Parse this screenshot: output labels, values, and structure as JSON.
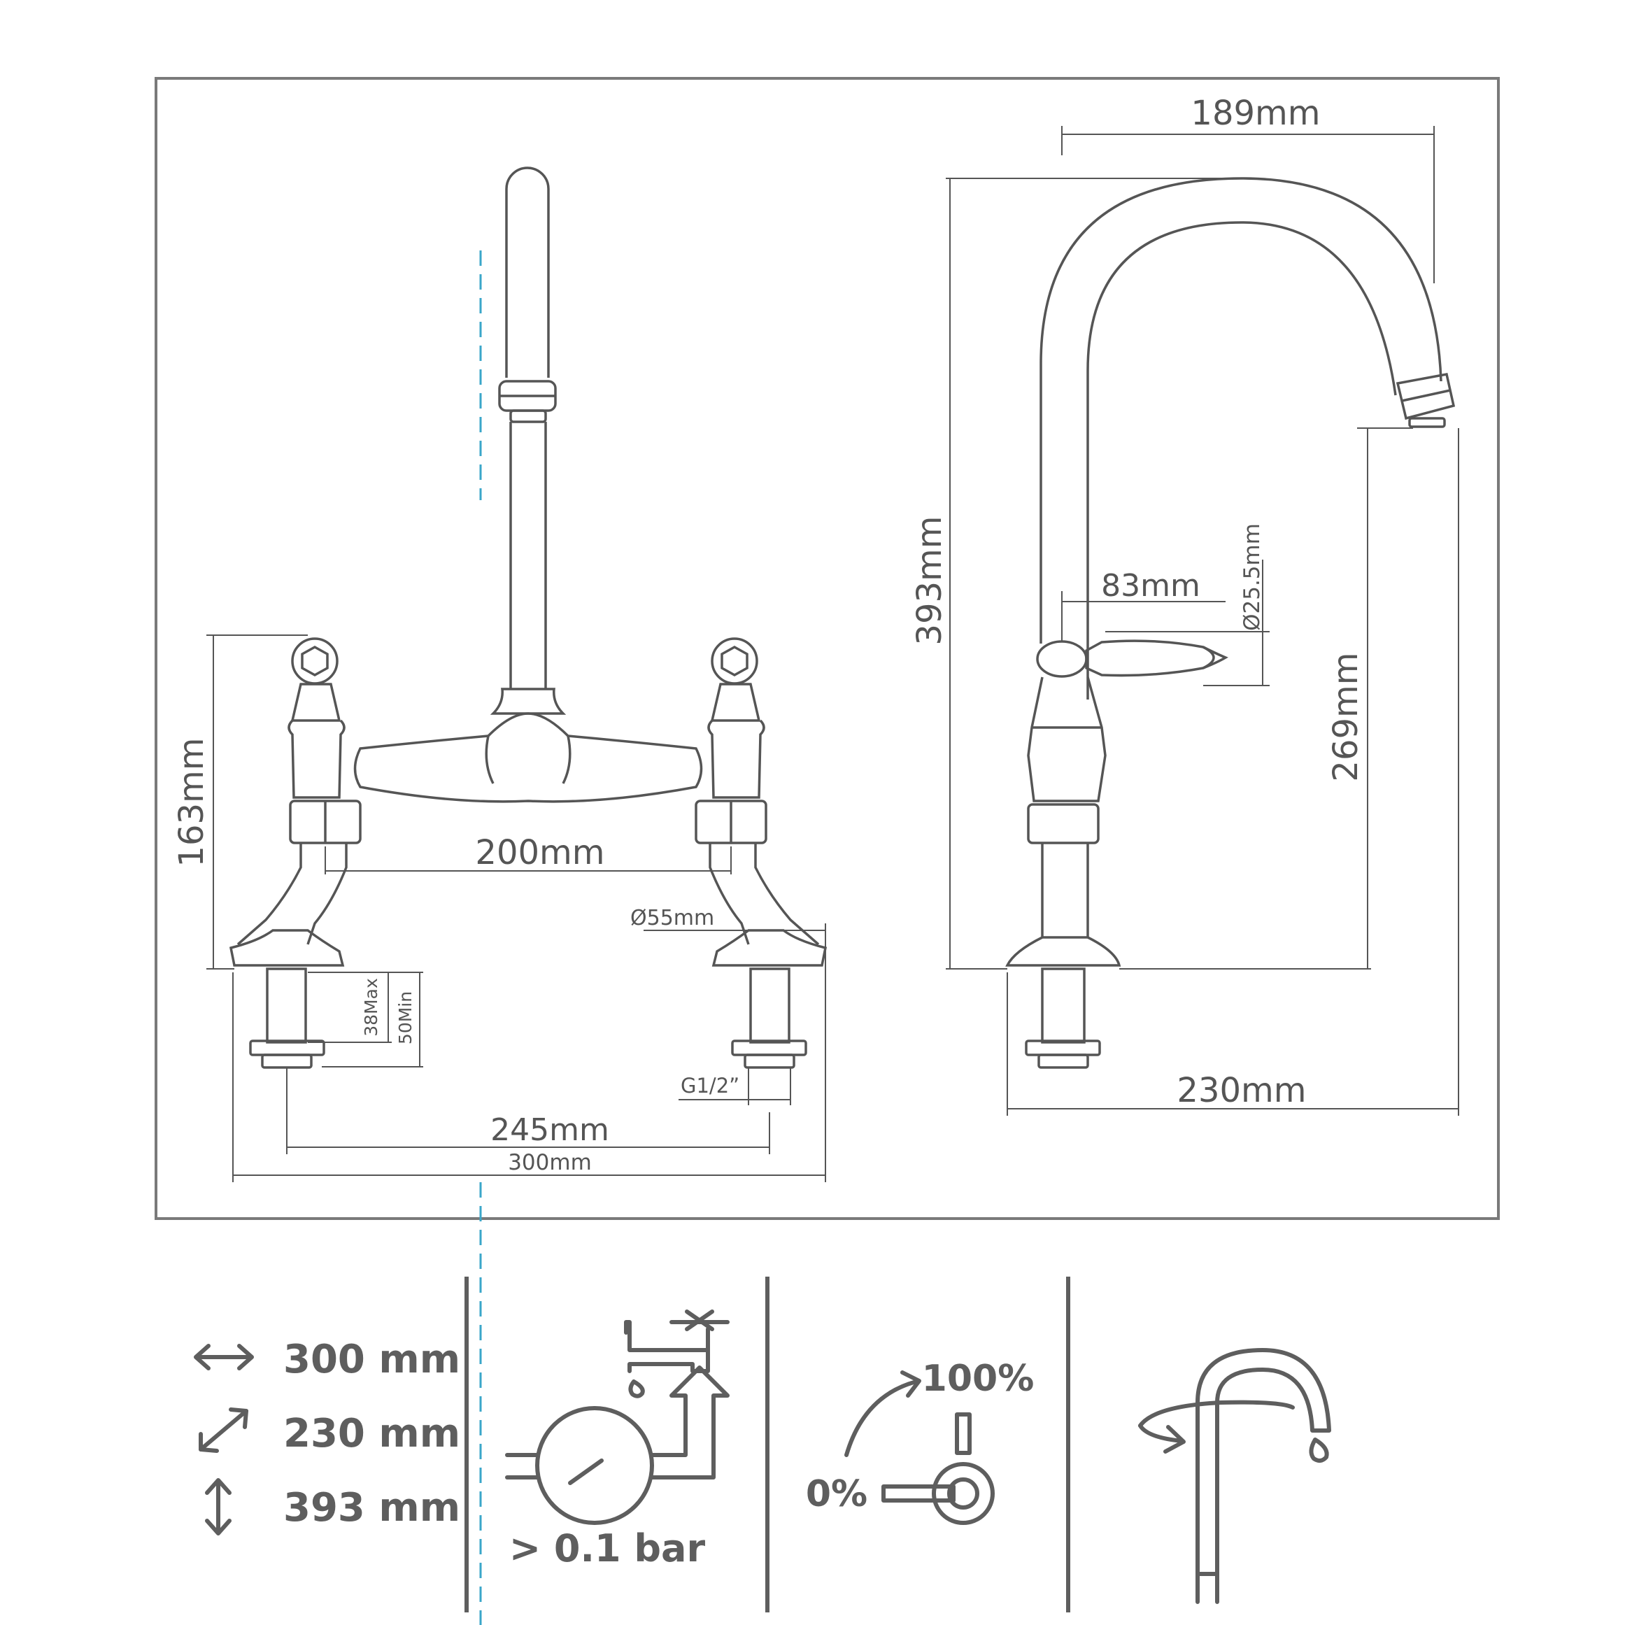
{
  "diagram": {
    "front_view": {
      "height_163": "163mm",
      "centers_200": "200mm",
      "diameter_55": "Ø55mm",
      "deck_max": "38Max",
      "deck_min": "50Min",
      "thread": "G1/2”",
      "centers_245": "245mm",
      "overall_300": "300mm"
    },
    "side_view": {
      "reach_189": "189mm",
      "height_393": "393mm",
      "lever_83": "83mm",
      "lever_diameter": "Ø25.5mm",
      "spout_clearance_269": "269mm",
      "depth_230": "230mm"
    }
  },
  "specs": {
    "width": "300 mm",
    "depth": "230 mm",
    "height": "393 mm",
    "pressure": "> 0.1 bar",
    "flow_min": "0%",
    "flow_max": "100%"
  },
  "icons": {
    "width": "horizontal-arrows-icon",
    "depth": "diagonal-arrows-icon",
    "height": "vertical-arrows-icon",
    "pressure": "water-pressure-gauge-icon",
    "flow": "lever-flow-icon",
    "swivel": "swivel-spout-icon"
  },
  "colors": {
    "line": "#555555",
    "accent": "#3aa6c9"
  }
}
